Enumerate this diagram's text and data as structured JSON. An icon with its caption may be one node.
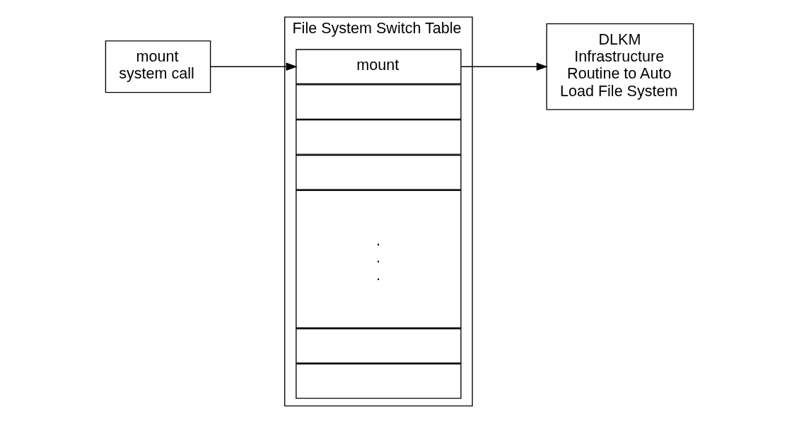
{
  "diagram": {
    "nodes": [
      {
        "text": [
          "mount system call"
        ]
      },
      {
        "text": [
          "File System Switch Table"
        ]
      },
      {
        "text": [
          "mount"
        ],
        "in": 1
      },
      {
        "text": [],
        "shape": "box",
        "in": 1
      },
      {
        "text": [],
        "shape": "box",
        "in": 1
      },
      {
        "text": [],
        "shape": "box",
        "in": 1
      },
      {
        "text": [
          ". . ."
        ],
        "in": 1
      },
      {
        "text": [],
        "shape": "box",
        "in": 1
      },
      {
        "text": [],
        "shape": "box",
        "in": 1
      },
      {
        "text": [
          "DLKM Infrastructure Routine to Auto Load File System"
        ]
      }
    ],
    "edges": [
      {
        "from": 0,
        "to": 2,
        "arrow": "to"
      },
      {
        "from": 2,
        "to": 9,
        "arrow": "to"
      }
    ]
  }
}
